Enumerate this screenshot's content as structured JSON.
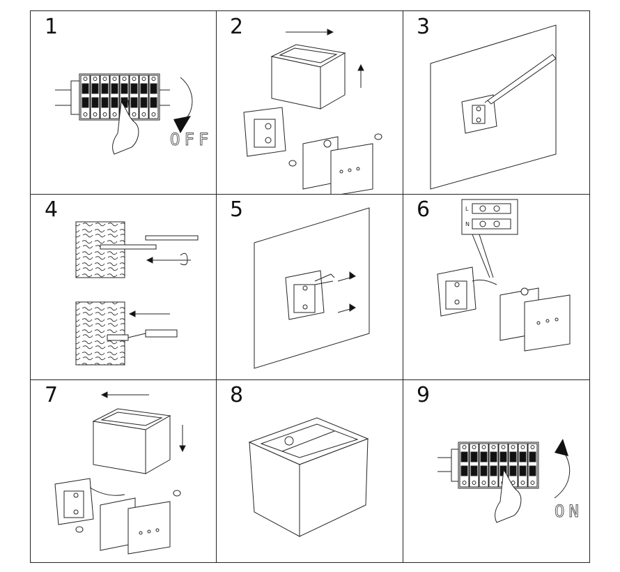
{
  "steps": [
    {
      "number": "1"
    },
    {
      "number": "2"
    },
    {
      "number": "3"
    },
    {
      "number": "4"
    },
    {
      "number": "5"
    },
    {
      "number": "6",
      "terminal_labels": [
        "L",
        "N"
      ]
    },
    {
      "number": "7"
    },
    {
      "number": "8"
    },
    {
      "number": "9"
    }
  ],
  "switch_labels": {
    "off": "OFF",
    "on": "ON"
  },
  "colors": {
    "line": "#222222",
    "background": "#ffffff",
    "fill_dark": "#111111"
  }
}
